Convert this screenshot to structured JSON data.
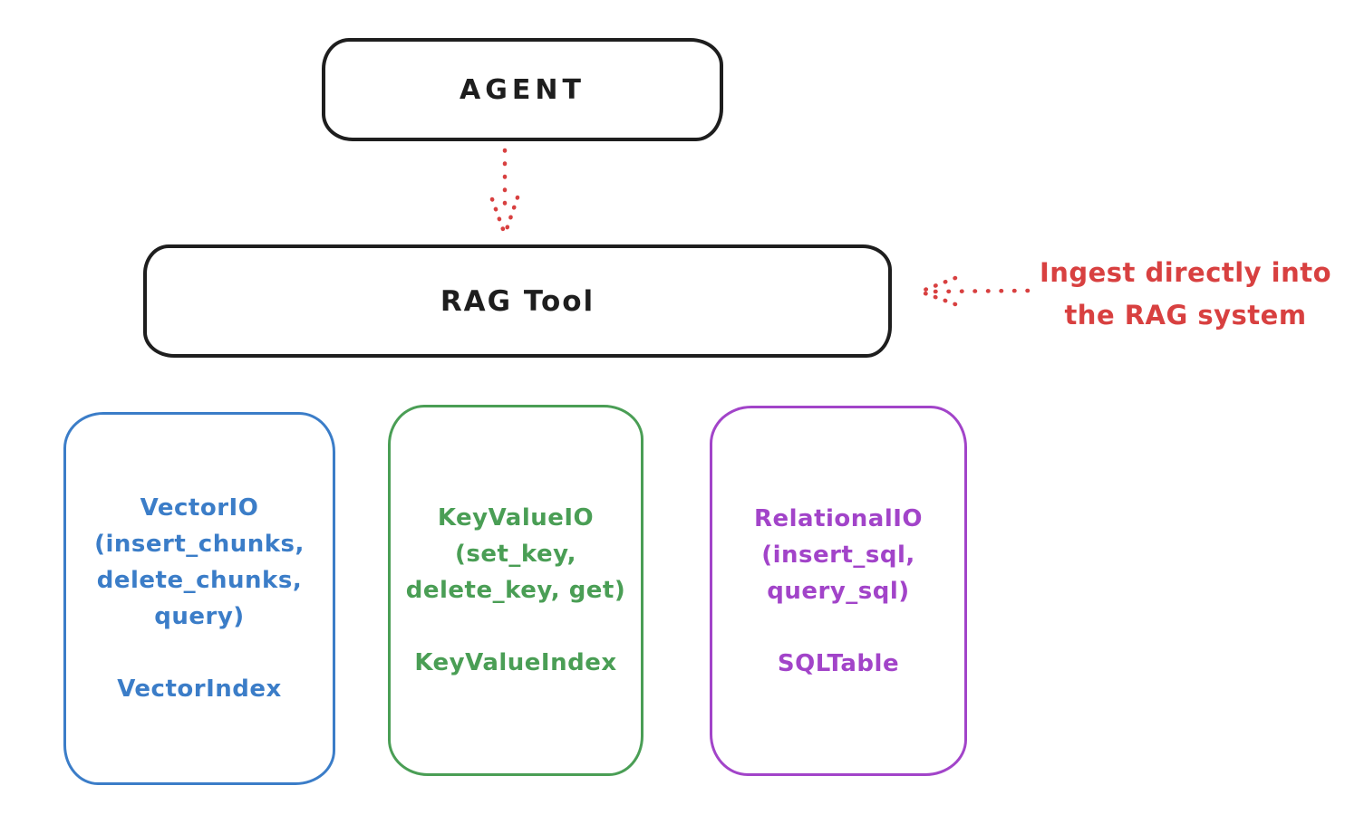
{
  "agent": {
    "label": "AGENT"
  },
  "rag_tool": {
    "label": "RAG Tool"
  },
  "annotation": {
    "line1": "Ingest directly into",
    "line2": "the RAG system"
  },
  "backends": [
    {
      "lines": [
        "VectorIO",
        "(insert_chunks,",
        "delete_chunks,",
        "query)"
      ],
      "index_label": "VectorIndex",
      "color": "#3b7dc8"
    },
    {
      "lines": [
        "KeyValueIO",
        "(set_key,",
        "delete_key, get)"
      ],
      "index_label": "KeyValueIndex",
      "color": "#4a9e55"
    },
    {
      "lines": [
        "RelationalIO",
        "(insert_sql,",
        "query_sql)"
      ],
      "index_label": "SQLTable",
      "color": "#a244c9"
    }
  ],
  "colors": {
    "ink": "#1e1e1e",
    "arrow_red": "#d84040"
  }
}
